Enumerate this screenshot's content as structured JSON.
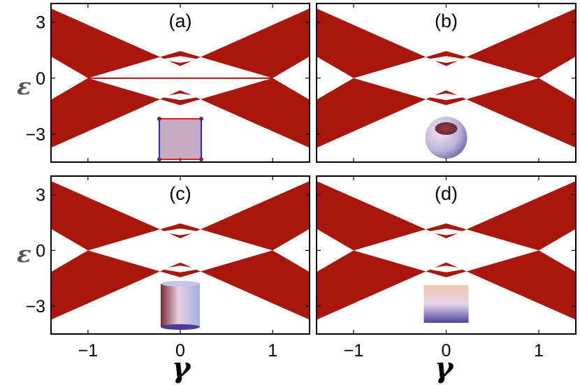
{
  "chart_data": [
    {
      "type": "area",
      "panel_label": "(a)",
      "xlim": [
        -1.4,
        1.4
      ],
      "ylim": [
        -4.5,
        4.0
      ],
      "xticks": [
        -1,
        0,
        1
      ],
      "yticks": [
        -3,
        0,
        3
      ],
      "ytick_labels": [
        "−3",
        "0",
        "3"
      ],
      "band_half_width": 3.4,
      "band_inner_min": 0.55,
      "crossings": [
        -1,
        1
      ],
      "edge_state": {
        "y": 0.0,
        "x_range": [
          -1,
          1
        ]
      },
      "inset": "square",
      "colors": {
        "band": "#a8160c"
      }
    },
    {
      "type": "area",
      "panel_label": "(b)",
      "xlim": [
        -1.4,
        1.4
      ],
      "ylim": [
        -4.5,
        4.0
      ],
      "xticks": [
        -1,
        0,
        1
      ],
      "yticks": [
        -3,
        0,
        3
      ],
      "band_half_width": 3.4,
      "band_inner_min": 0.55,
      "crossings": [
        -1,
        1
      ],
      "inset": "torus",
      "colors": {
        "band": "#a8160c"
      }
    },
    {
      "type": "area",
      "panel_label": "(c)",
      "xlim": [
        -1.4,
        1.4
      ],
      "ylim": [
        -4.5,
        4.0
      ],
      "xticks": [
        -1,
        0,
        1
      ],
      "yticks": [
        -3,
        0,
        3
      ],
      "ytick_labels": [
        "−3",
        "0",
        "3"
      ],
      "band_half_width": 3.4,
      "band_inner_min": 0.55,
      "crossings": [
        -1,
        1
      ],
      "inset": "cylinder-vertical",
      "colors": {
        "band": "#a8160c"
      }
    },
    {
      "type": "area",
      "panel_label": "(d)",
      "xlim": [
        -1.4,
        1.4
      ],
      "ylim": [
        -4.5,
        4.0
      ],
      "xticks": [
        -1,
        0,
        1
      ],
      "yticks": [
        -3,
        0,
        3
      ],
      "band_half_width": 3.4,
      "band_inner_min": 0.55,
      "crossings": [
        -1,
        1
      ],
      "inset": "cylinder-horizontal",
      "colors": {
        "band": "#a8160c"
      }
    }
  ],
  "xtick_labels": [
    "−1",
    "0",
    "1"
  ],
  "xlabel": "γ",
  "ylabel": "ε"
}
